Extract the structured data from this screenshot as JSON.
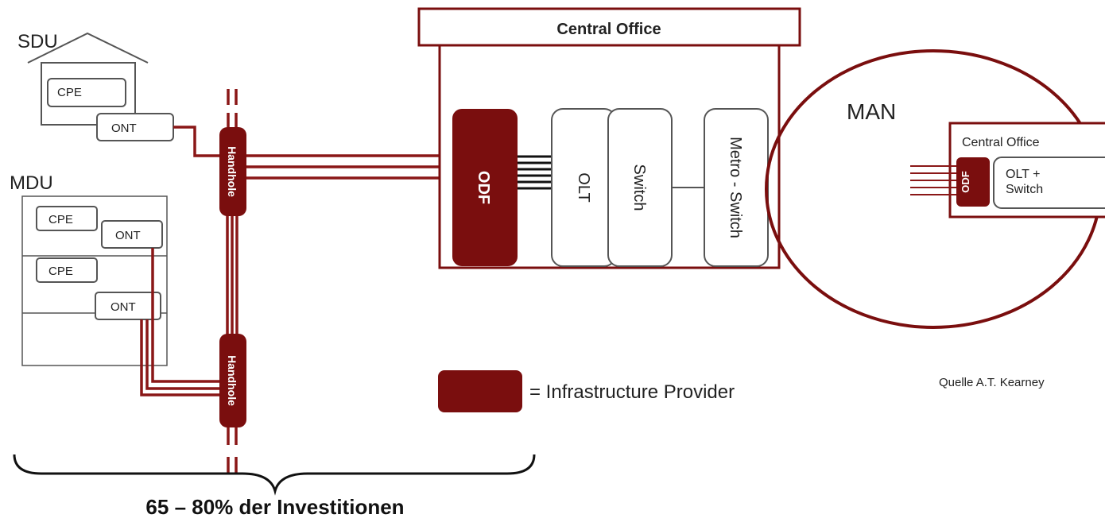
{
  "colors": {
    "provider_red": "#7a0e0e",
    "line_red": "#8a1717",
    "box_gray": "#555555",
    "background": "#ffffff"
  },
  "labels": {
    "sdu": "SDU",
    "mdu": "MDU",
    "cpe": "CPE",
    "ont": "ONT",
    "handhole": "Handhole",
    "central_office": "Central Office",
    "odf": "ODF",
    "olt": "OLT",
    "switch": "Switch",
    "metro_switch": "Metro - Switch",
    "man": "MAN",
    "remote_central_office": "Central Office",
    "remote_odf": "ODF",
    "remote_olt_switch_line1": "OLT +",
    "remote_olt_switch_line2": "Switch",
    "legend_text": "= Infrastructure Provider",
    "source": "Quelle A.T. Kearney",
    "brace_caption": "65 – 80% der Investitionen"
  },
  "icons": {
    "sdu_house": "house-icon",
    "brace": "curly-brace-icon"
  }
}
